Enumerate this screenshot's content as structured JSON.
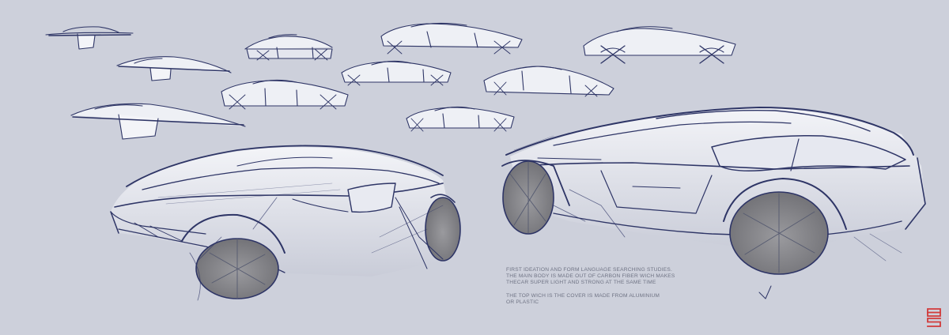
{
  "colors": {
    "background": "#cdd0db",
    "ink": "#2e3566",
    "tire": "#8a8a8e",
    "highlight": "#f2f3f8",
    "text": "#6f7384",
    "logo": "#d23a3a"
  },
  "notes": {
    "paragraph_1": [
      "FIRST IDEATION AND FORM LANGUAGE SEARCHING STUDIES.",
      "THE MAIN BODY IS MADE OUT OF CARBON FIBER WICH MAKES",
      "THECAR SUPER LIGHT AND STRONG AT THE SAME TIME"
    ],
    "paragraph_2": [
      "THE TOP WICH IS THE COVER IS MADE FROM ALUMINIUM",
      "OR PLASTIC"
    ]
  },
  "logo_name": "designer-signature-logo"
}
